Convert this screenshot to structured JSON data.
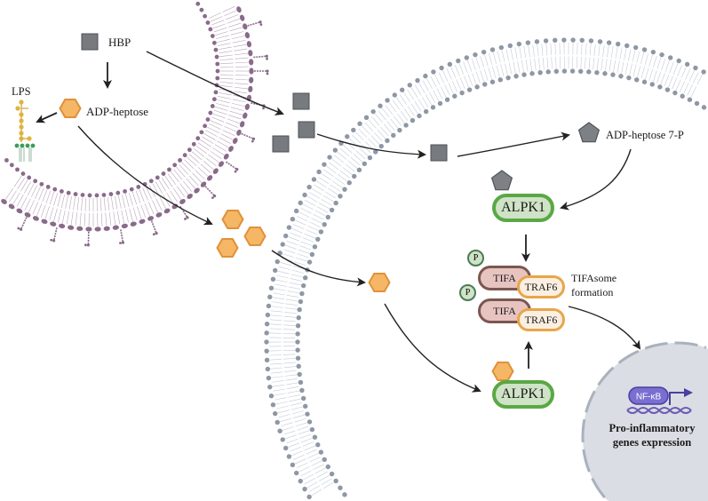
{
  "labels": {
    "hbp": "HBP",
    "lps": "LPS",
    "adp_heptose": "ADP-heptose",
    "adp_heptose_7p": "ADP-heptose 7-P",
    "alpk1_top": "ALPK1",
    "alpk1_bottom": "ALPK1",
    "tifa_1": "TIFA",
    "tifa_2": "TIFA",
    "traf6_1": "TRAF6",
    "traf6_2": "TRAF6",
    "p_1": "P",
    "p_2": "P",
    "tifasome_line1": "TIFAsome",
    "tifasome_line2": "formation",
    "nfkb": "NF-κB",
    "genes_line1": "Pro-inflammatory",
    "genes_line2": "genes expression"
  },
  "colors": {
    "bacterial_membrane": "#8a6a8a",
    "host_membrane": "#8e97a6",
    "hexagon_fill": "#f5b766",
    "hexagon_stroke": "#e0913a",
    "square_fill": "#777b80",
    "alpk1_fill": "#cfe3c6",
    "alpk1_stroke": "#5aa845",
    "nucleus_fill": "#dadde3",
    "nfkb_fill": "#7a6fd1"
  }
}
